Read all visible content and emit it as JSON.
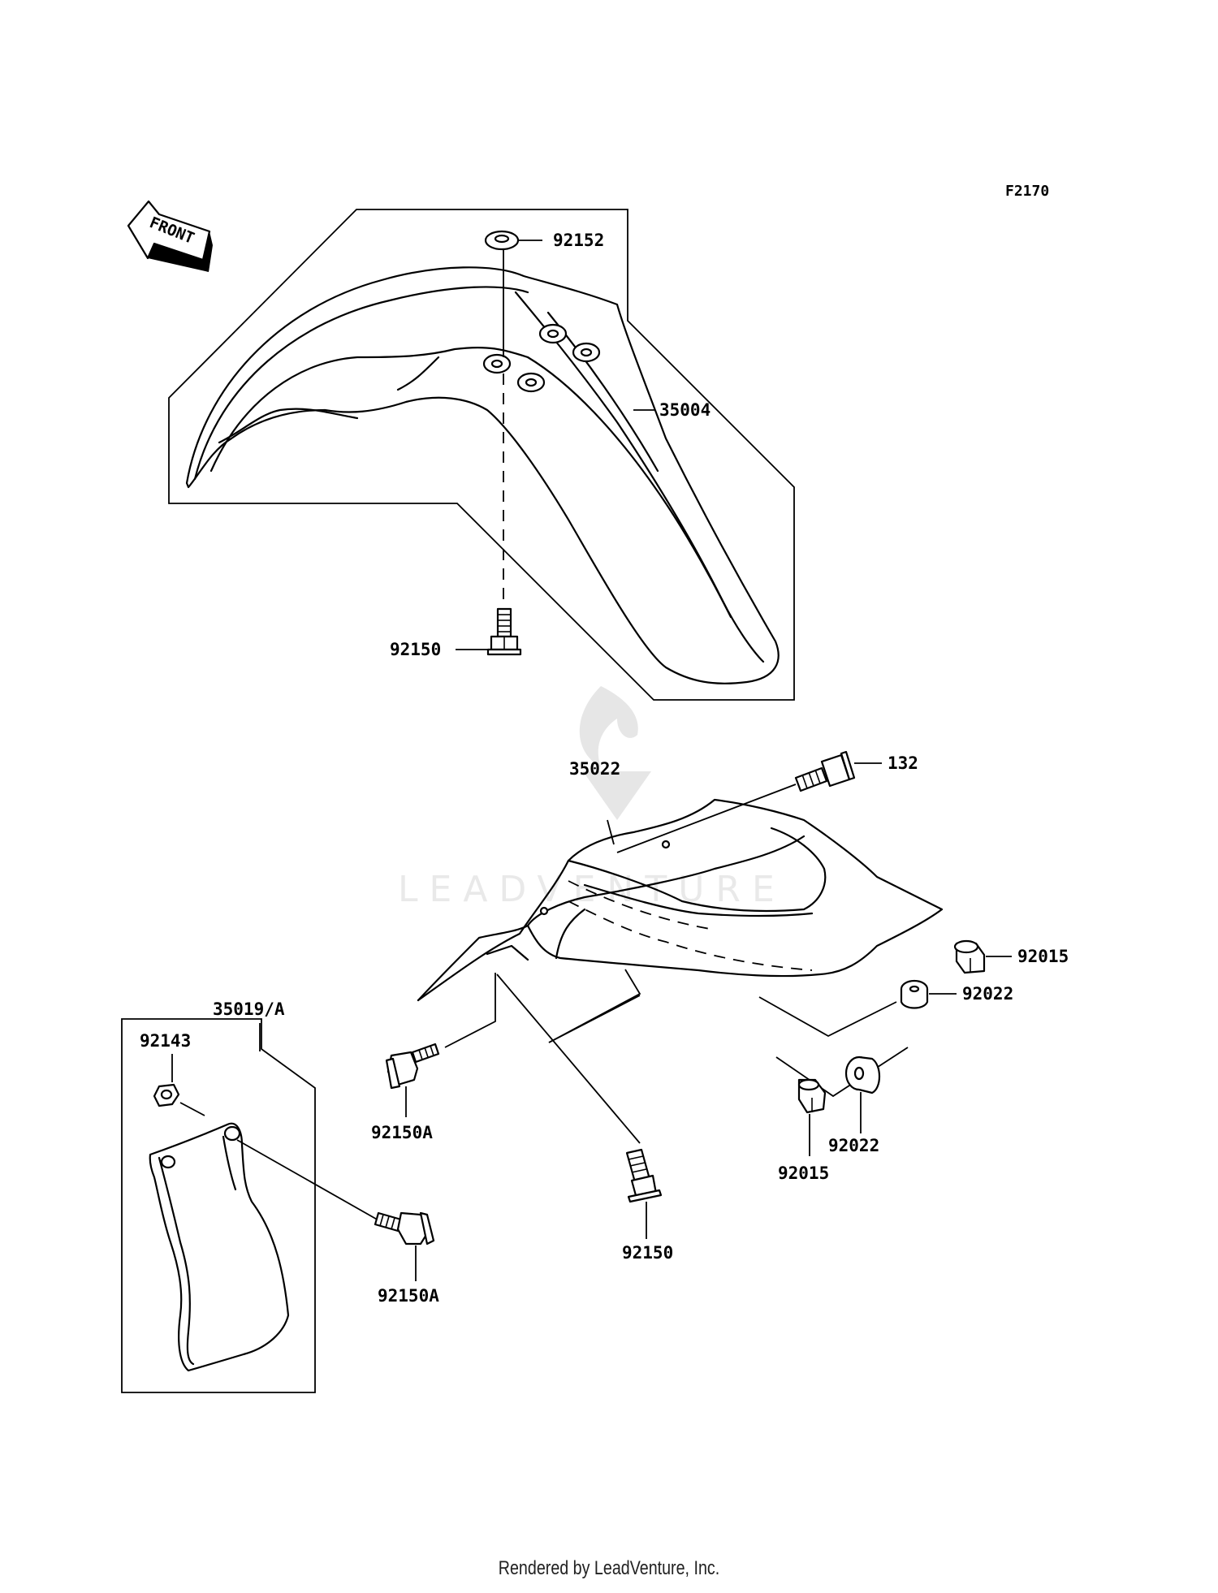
{
  "figure_code": "F2170",
  "front_arrow_text": "FRONT",
  "watermark_text": "LEADVENTURE",
  "labels": {
    "p92152": "92152",
    "p35004": "35004",
    "p92150_top": "92150",
    "p132": "132",
    "p35022": "35022",
    "p92015_right": "92015",
    "p92022_right": "92022",
    "p35019": "35019/A",
    "p92143": "92143",
    "p92150A_mid": "92150A",
    "p92022_bottom": "92022",
    "p92015_bottom": "92015",
    "p92150_bottom": "92150",
    "p92150A_bottom": "92150A"
  },
  "footer": "Rendered by LeadVenture, Inc."
}
